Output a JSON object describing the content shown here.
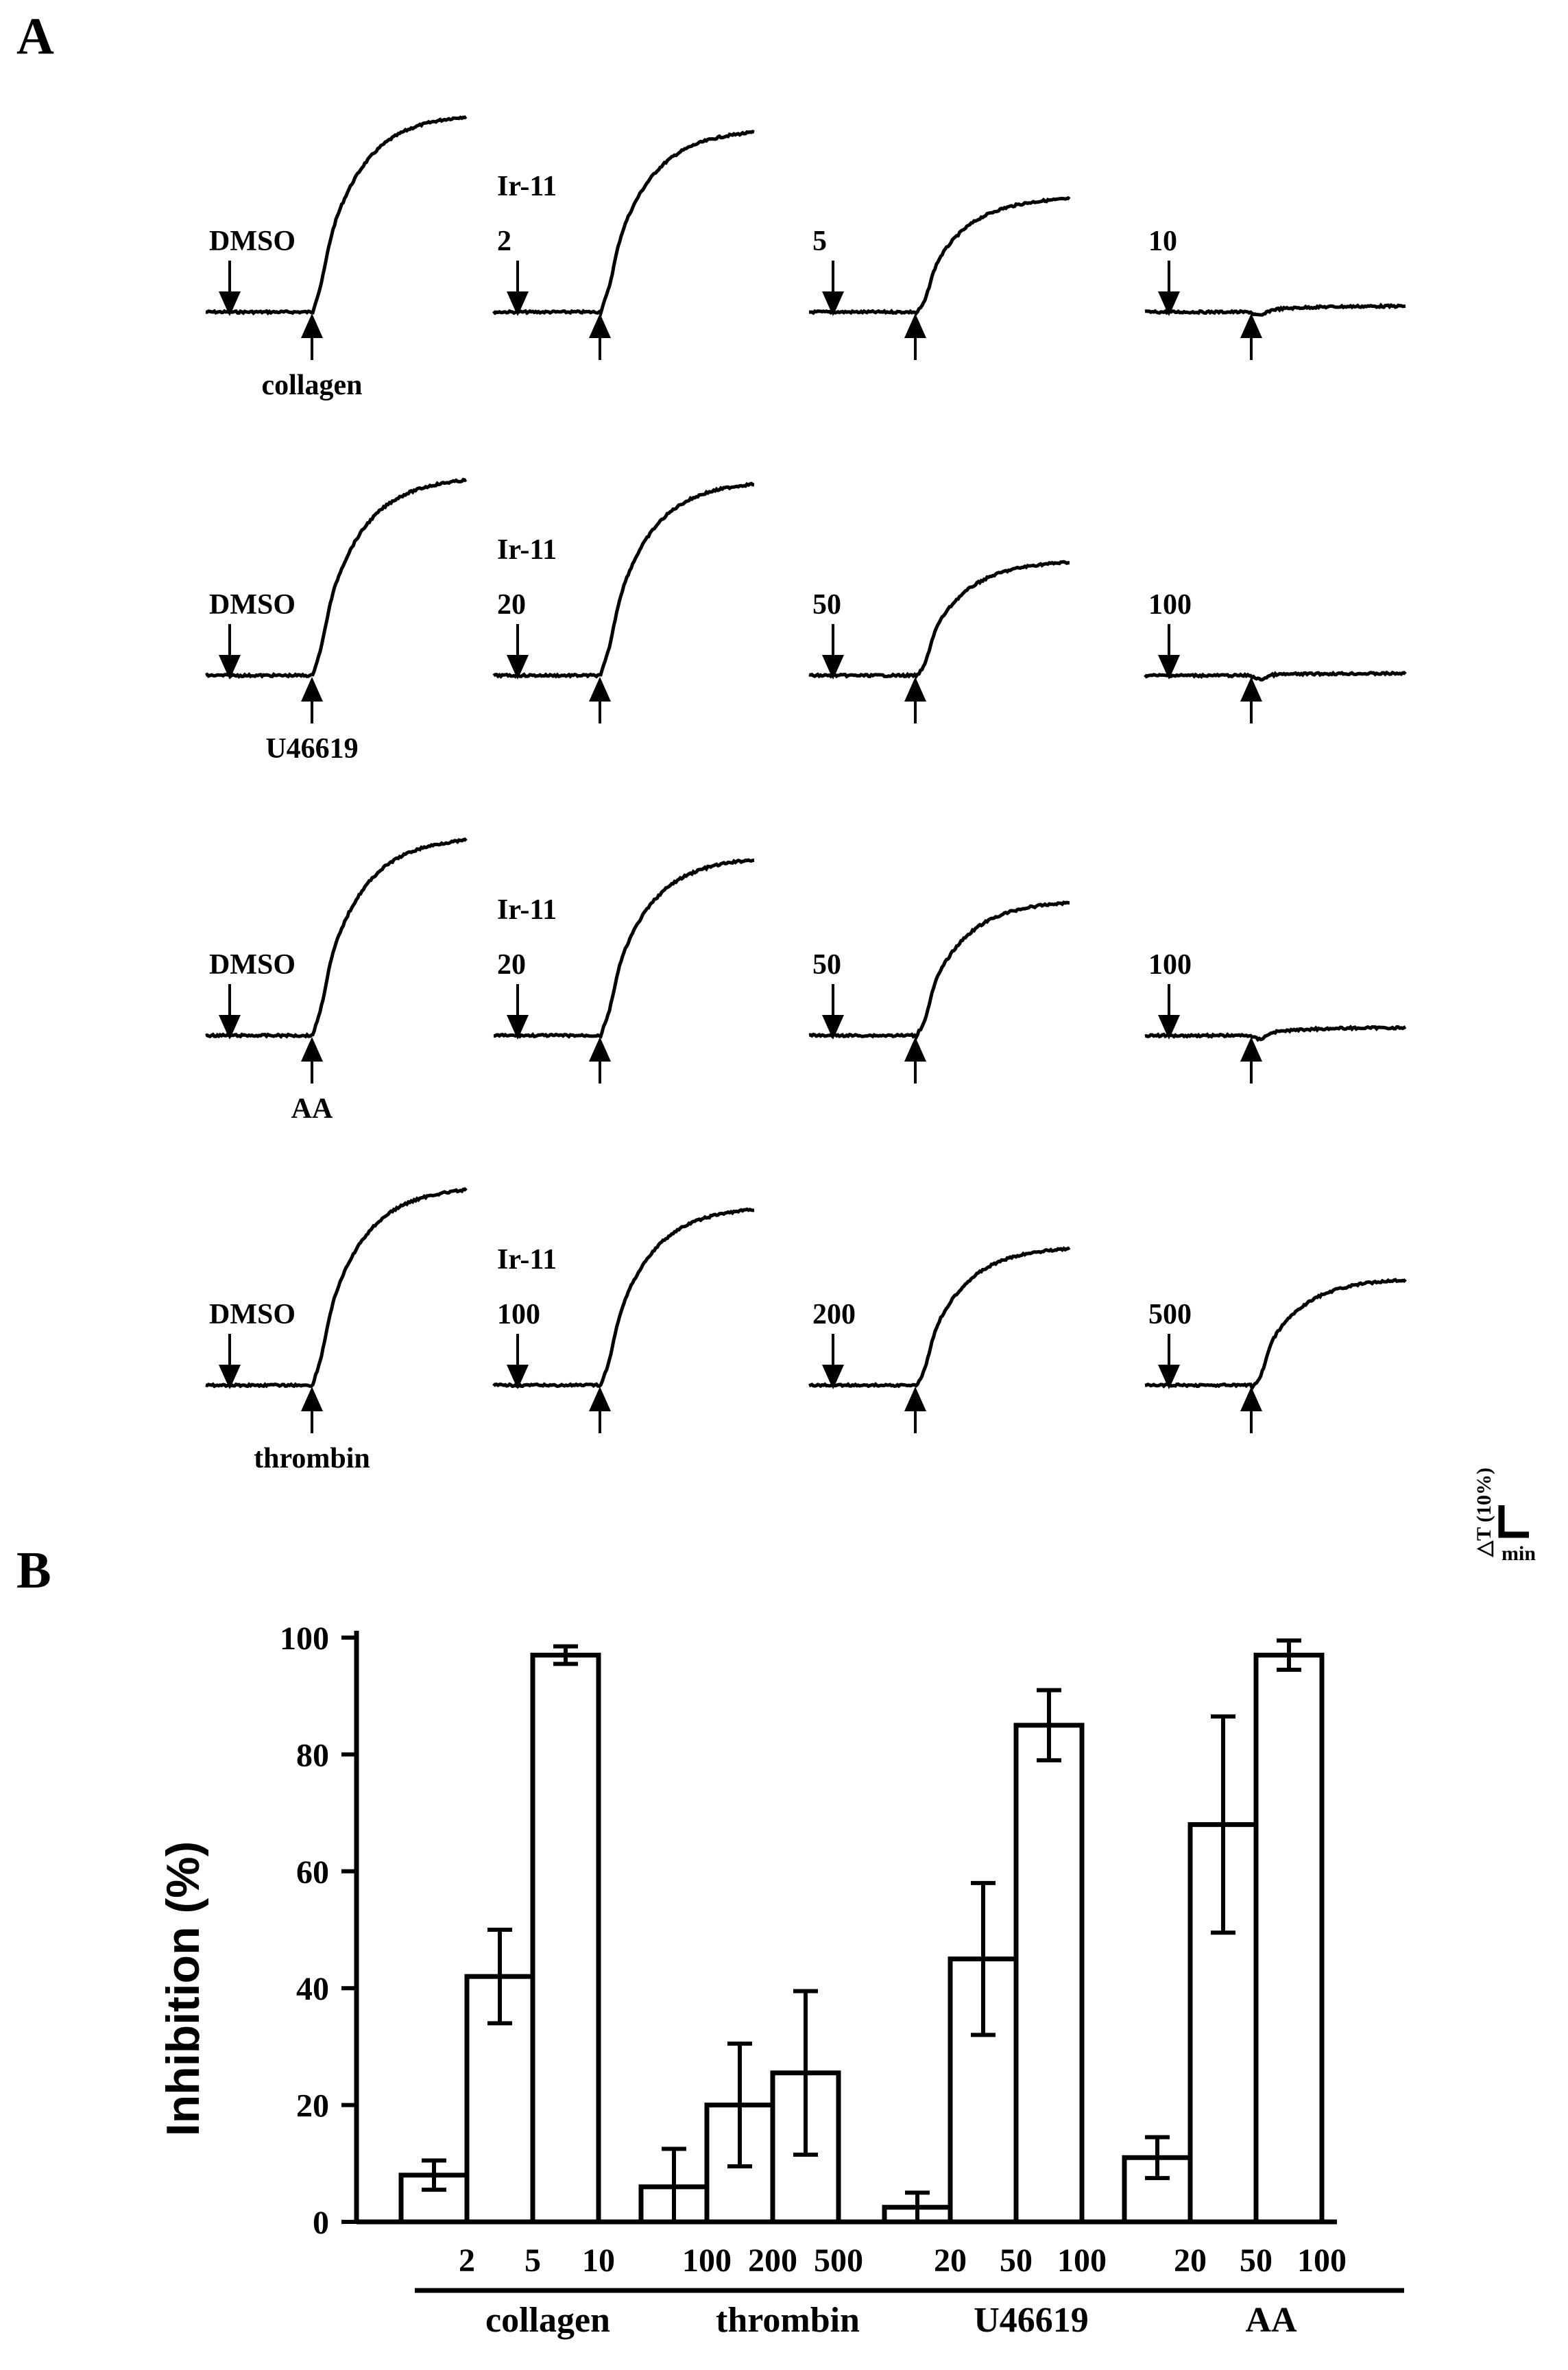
{
  "panel_a": {
    "letter": "A",
    "agonists": [
      {
        "name": "collagen",
        "traces": [
          {
            "label": "DMSO",
            "ir11": "",
            "agonist_label": "collagen",
            "final": 100
          },
          {
            "label": "2",
            "ir11": "Ir-11",
            "agonist_label": "",
            "final": 92
          },
          {
            "label": "5",
            "ir11": "",
            "agonist_label": "",
            "final": 58
          },
          {
            "label": "10",
            "ir11": "",
            "agonist_label": "",
            "final": 3
          }
        ]
      },
      {
        "name": "U46619",
        "traces": [
          {
            "label": "DMSO",
            "ir11": "",
            "agonist_label": "U46619",
            "final": 100
          },
          {
            "label": "20",
            "ir11": "Ir-11",
            "agonist_label": "",
            "final": 98
          },
          {
            "label": "50",
            "ir11": "",
            "agonist_label": "",
            "final": 58
          },
          {
            "label": "100",
            "ir11": "",
            "agonist_label": "",
            "final": 1
          }
        ]
      },
      {
        "name": "AA",
        "traces": [
          {
            "label": "DMSO",
            "ir11": "",
            "agonist_label": "AA",
            "final": 100
          },
          {
            "label": "20",
            "ir11": "Ir-11",
            "agonist_label": "",
            "final": 90
          },
          {
            "label": "50",
            "ir11": "",
            "agonist_label": "",
            "final": 68
          },
          {
            "label": "100",
            "ir11": "",
            "agonist_label": "",
            "final": 4
          }
        ]
      },
      {
        "name": "thrombin",
        "traces": [
          {
            "label": "DMSO",
            "ir11": "",
            "agonist_label": "thrombin",
            "final": 100
          },
          {
            "label": "100",
            "ir11": "Ir-11",
            "agonist_label": "",
            "final": 90
          },
          {
            "label": "200",
            "ir11": "",
            "agonist_label": "",
            "final": 70
          },
          {
            "label": "500",
            "ir11": "",
            "agonist_label": "",
            "final": 54
          }
        ]
      }
    ],
    "scale_bar": {
      "y_label": "△T (10%)",
      "x_label": "min"
    }
  },
  "chart_data": {
    "type": "bar",
    "panel": "B",
    "ylabel": "Inhibition (%)",
    "ylim": [
      0,
      100
    ],
    "yticks": [
      0,
      20,
      40,
      60,
      80,
      100
    ],
    "groups": [
      {
        "name": "collagen",
        "categories": [
          "2",
          "5",
          "10"
        ],
        "values": [
          8,
          42,
          97
        ],
        "errors": [
          2.5,
          8,
          1.5
        ]
      },
      {
        "name": "thrombin",
        "categories": [
          "100",
          "200",
          "500"
        ],
        "values": [
          6,
          20,
          25.5
        ],
        "errors": [
          6.5,
          10.5,
          14
        ]
      },
      {
        "name": "U46619",
        "categories": [
          "20",
          "50",
          "100"
        ],
        "values": [
          2.5,
          45,
          85
        ],
        "errors": [
          2.5,
          13,
          6
        ]
      },
      {
        "name": "AA",
        "categories": [
          "20",
          "50",
          "100"
        ],
        "values": [
          11,
          68,
          97
        ],
        "errors": [
          3.5,
          18.5,
          2.5
        ]
      }
    ]
  }
}
